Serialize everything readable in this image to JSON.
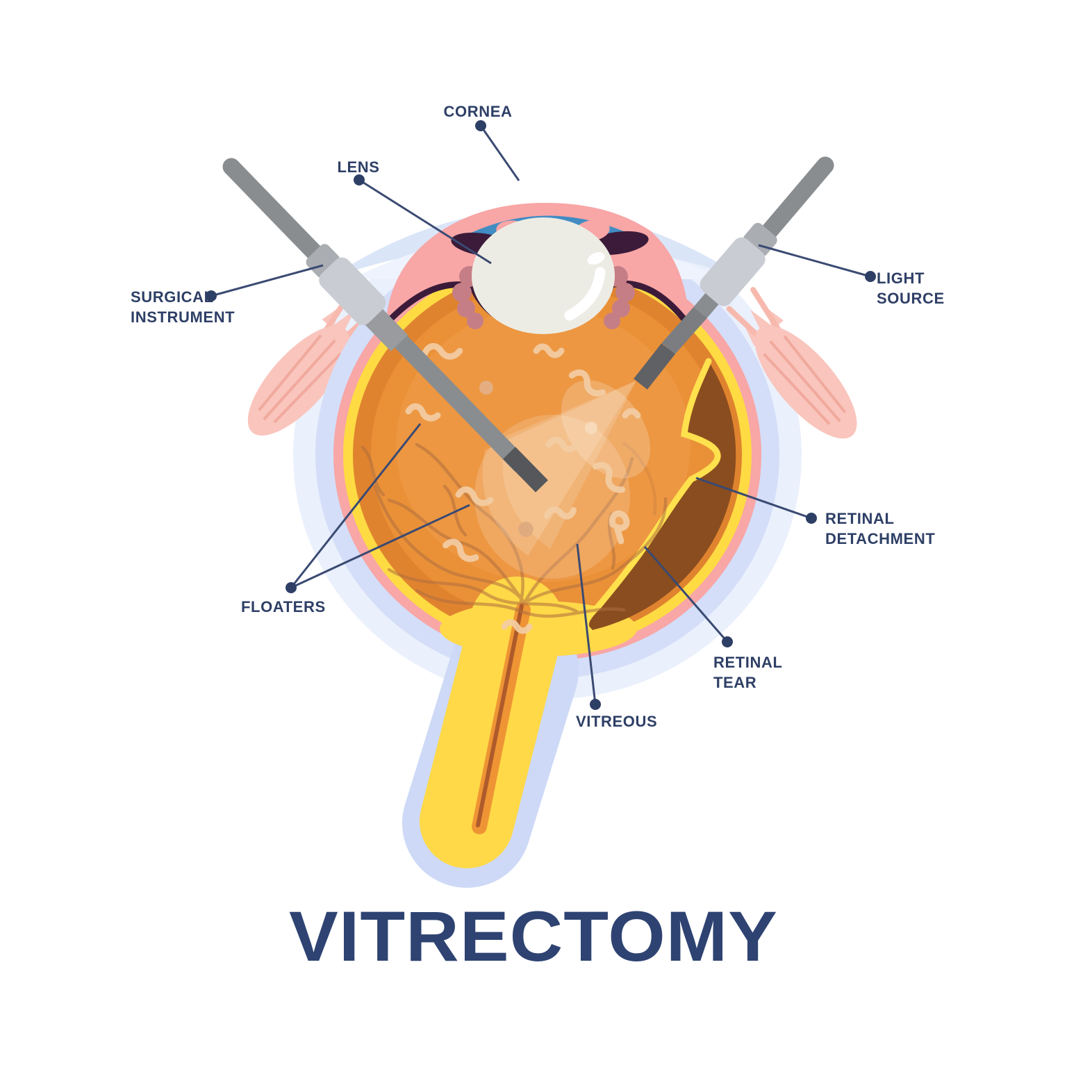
{
  "title": "VITRECTOMY",
  "labels": {
    "cornea": "CORNEA",
    "lens": "LENS",
    "surgical_instrument": "SURGICAL\nINSTRUMENT",
    "light_source": "LIGHT\nSOURCE",
    "retinal_detachment": "RETINAL\nDETACHMENT",
    "floaters": "FLOATERS",
    "retinal_tear": "RETINAL\nTEAR",
    "vitreous": "VITREOUS"
  },
  "colors": {
    "label_text": "#2e3f66",
    "title_text": "#2e4372",
    "leader_line": "#3a4a72",
    "halo_outer": "#eaf0fc",
    "halo_inner": "#d4def8",
    "sclera_pink": "#f8a6a6",
    "sclera_yellow": "#fedb43",
    "vitreous_orange": "#e9913a",
    "detachment_brown": "#8a4d1f",
    "retina_edge_yellow": "#ffe14e",
    "iris_plum": "#3b1b39",
    "iris_mauve": "#c67e86",
    "anterior_chamber_blue": "#418cc3",
    "cornea_blue": "#dbe5f8",
    "lens_white": "#edece4",
    "muscle_pink": "#f9c5bc",
    "instrument_gray": "#8a8d90",
    "instrument_tip_gray": "#55575b",
    "trocar_gray": "#c9ccd2",
    "vessel_brown": "#b06f3e",
    "floater_beige": "#f3cda4",
    "nerve_sheath_blue": "#cdd9f6"
  }
}
